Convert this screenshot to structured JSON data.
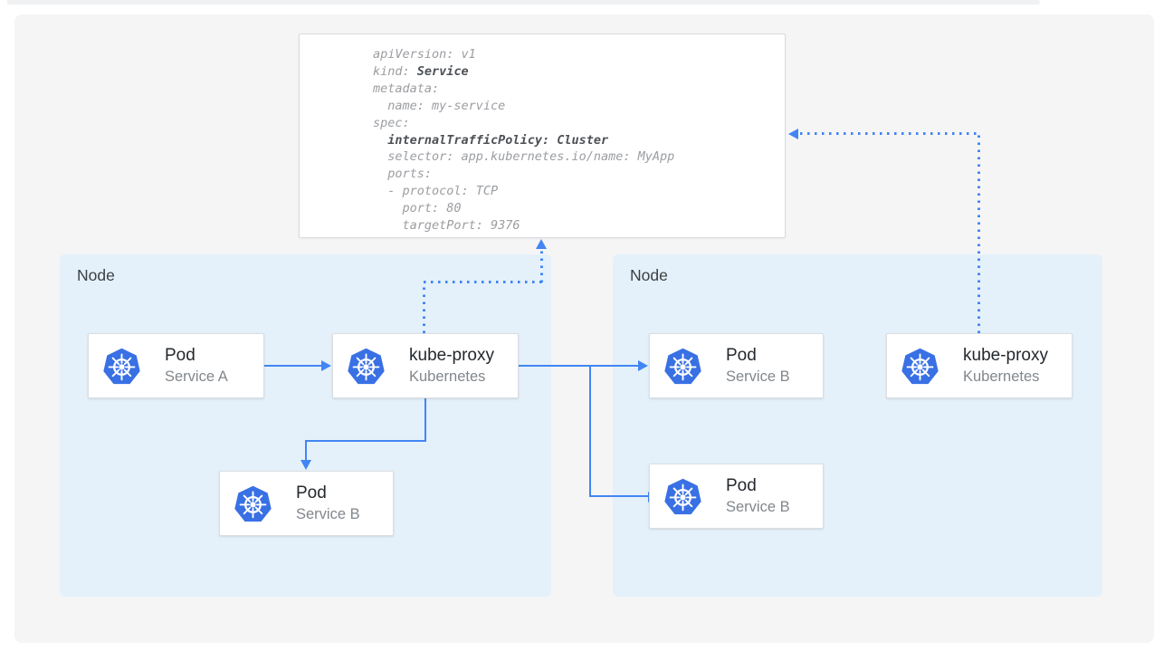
{
  "diagram": {
    "title_semantic": "kubernetes-service-internal-traffic-policy-diagram",
    "yaml": {
      "lines": [
        [
          {
            "text": "apiVersion: v1"
          }
        ],
        [
          {
            "text": "kind: "
          },
          {
            "text": "Service",
            "bold": true
          }
        ],
        [
          {
            "text": "metadata:"
          }
        ],
        [
          {
            "text": "  name: my-service"
          }
        ],
        [
          {
            "text": "spec:"
          }
        ],
        [
          {
            "text": "  "
          },
          {
            "text": "internalTrafficPolicy: Cluster",
            "bold": true
          }
        ],
        [
          {
            "text": "  selector: app.kubernetes.io/name: MyApp"
          }
        ],
        [
          {
            "text": "  ports:"
          }
        ],
        [
          {
            "text": "  - protocol: TCP"
          }
        ],
        [
          {
            "text": "    port: 80"
          }
        ],
        [
          {
            "text": "    targetPort: 9376"
          }
        ]
      ]
    },
    "nodes": [
      {
        "label": "Node"
      },
      {
        "label": "Node"
      }
    ],
    "cards": [
      {
        "title": "Pod",
        "subtitle": "Service A",
        "icon": "kubernetes-icon"
      },
      {
        "title": "kube-proxy",
        "subtitle": "Kubernetes",
        "icon": "kubernetes-icon"
      },
      {
        "title": "Pod",
        "subtitle": "Service B",
        "icon": "kubernetes-icon"
      },
      {
        "title": "Pod",
        "subtitle": "Service B",
        "icon": "kubernetes-icon"
      },
      {
        "title": "Pod",
        "subtitle": "Service B",
        "icon": "kubernetes-icon"
      },
      {
        "title": "kube-proxy",
        "subtitle": "Kubernetes",
        "icon": "kubernetes-icon"
      }
    ],
    "colors": {
      "canvas_background": "#f5f5f6",
      "node_panel": "#e4f1fb",
      "arrow_blue": "#4285f4",
      "kubernetes_logo_blue": "#3970e4",
      "yaml_text_gray": "#9b9da1",
      "yaml_bold_gray": "#4d5156",
      "card_title": "#24292e",
      "card_subtitle": "#82878c"
    }
  }
}
